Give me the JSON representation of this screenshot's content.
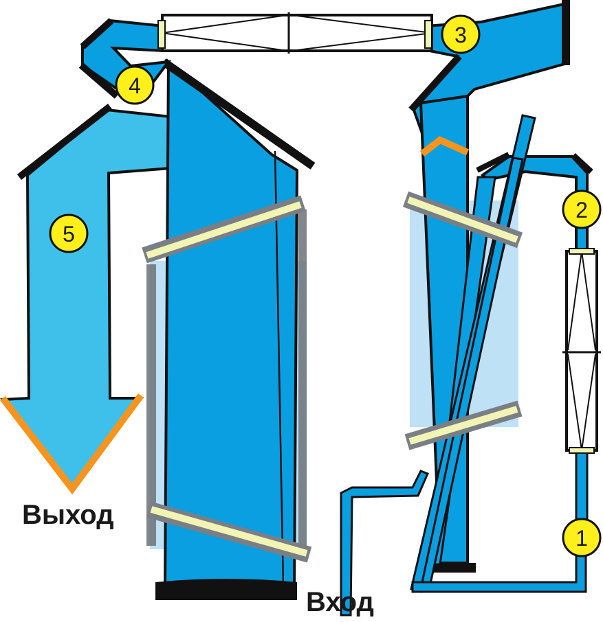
{
  "labels": {
    "output": "Выход",
    "input": "Вход"
  },
  "markers": [
    "1",
    "2",
    "3",
    "4",
    "5"
  ],
  "colors": {
    "duct": "#0a9fe0",
    "duct_light": "#3fc0ea",
    "glass": "#b7def5",
    "outline": "#111111",
    "marker": "#ffef1a",
    "accent_orange": "#f7941d",
    "plate_frame": "#7a7f86",
    "plate_fill": "#f2f4b4"
  }
}
